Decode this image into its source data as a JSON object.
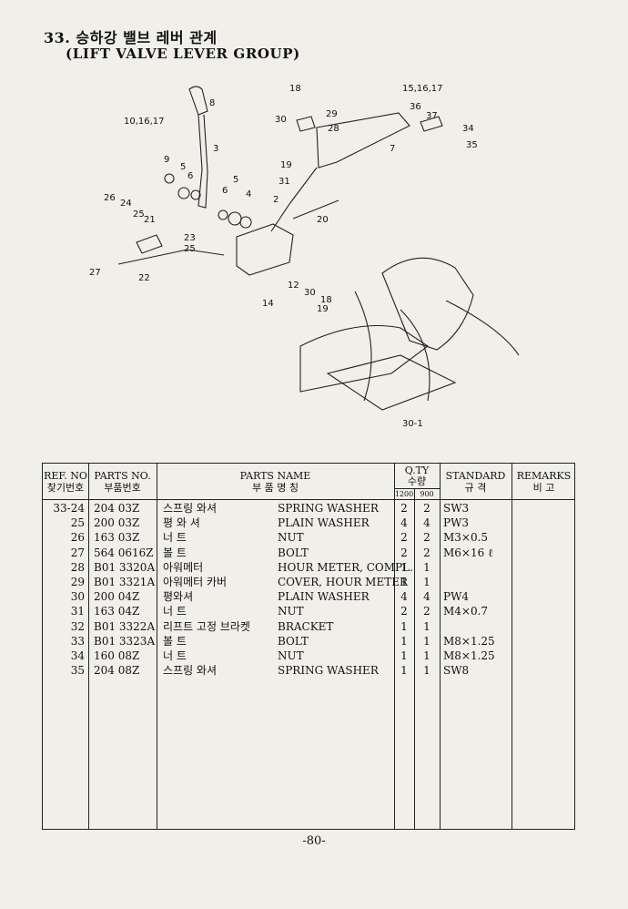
{
  "title_ko": "33. 승하강 밸브 레버 관계",
  "title_en": "(LIFT VALVE  LEVER GROUP)",
  "diagram": {
    "callouts": [
      "8",
      "10,16,17",
      "3",
      "18",
      "29",
      "30",
      "28",
      "15,16,17",
      "36",
      "37",
      "34",
      "35",
      "7",
      "9",
      "5",
      "6",
      "6",
      "5",
      "4",
      "2",
      "19",
      "31",
      "26",
      "24",
      "25",
      "21",
      "20",
      "23",
      "25",
      "27",
      "22",
      "14",
      "12",
      "30",
      "18",
      "19",
      "30-1"
    ]
  },
  "table": {
    "headers": {
      "ref_en": "REF. NO",
      "ref_ko": "찾기번호",
      "parts_no_en": "PARTS NO.",
      "parts_no_ko": "부품번호",
      "parts_name_en": "PARTS NAME",
      "parts_name_ko": "부   품   명   칭",
      "qty_en": "Q.TY",
      "qty_ko": "수량",
      "qty_1200": "1200",
      "qty_900": "900",
      "standard_en": "STANDARD",
      "standard_ko": "규   격",
      "remarks_en": "REMARKS",
      "remarks_ko": "비   고"
    },
    "rows": [
      {
        "ref": "33-24",
        "parts_no": "204 03Z",
        "name_ko": "스프링 와셔",
        "name_en": "SPRING WASHER",
        "q1200": "2",
        "q900": "2",
        "standard": "SW3"
      },
      {
        "ref": "25",
        "parts_no": "200 03Z",
        "name_ko": "평 와 셔",
        "name_en": "PLAIN WASHER",
        "q1200": "4",
        "q900": "4",
        "standard": "PW3"
      },
      {
        "ref": "26",
        "parts_no": "163 03Z",
        "name_ko": "너     트",
        "name_en": "NUT",
        "q1200": "2",
        "q900": "2",
        "standard": "M3×0.5"
      },
      {
        "ref": "27",
        "parts_no": "564 0616Z",
        "name_ko": "볼     트",
        "name_en": "BOLT",
        "q1200": "2",
        "q900": "2",
        "standard": "M6×16 ℓ"
      },
      {
        "ref": "28",
        "parts_no": "B01 3320A",
        "name_ko": "아워메터",
        "name_en": "HOUR METER, COMPL.",
        "q1200": "1",
        "q900": "1",
        "standard": ""
      },
      {
        "ref": "29",
        "parts_no": "B01 3321A",
        "name_ko": "아워메터 카버",
        "name_en": "COVER, HOUR METER",
        "q1200": "1",
        "q900": "1",
        "standard": ""
      },
      {
        "ref": "30",
        "parts_no": "200 04Z",
        "name_ko": "평와셔",
        "name_en": "PLAIN WASHER",
        "q1200": "4",
        "q900": "4",
        "standard": "PW4"
      },
      {
        "ref": "31",
        "parts_no": "163 04Z",
        "name_ko": "너     트",
        "name_en": "NUT",
        "q1200": "2",
        "q900": "2",
        "standard": "M4×0.7"
      },
      {
        "ref": "32",
        "parts_no": "B01 3322A",
        "name_ko": "리프트 고정 브라켓",
        "name_en": "BRACKET",
        "q1200": "1",
        "q900": "1",
        "standard": ""
      },
      {
        "ref": "33",
        "parts_no": "B01 3323A",
        "name_ko": "볼     트",
        "name_en": "BOLT",
        "q1200": "1",
        "q900": "1",
        "standard": "M8×1.25"
      },
      {
        "ref": "34",
        "parts_no": "160 08Z",
        "name_ko": "너     트",
        "name_en": "NUT",
        "q1200": "1",
        "q900": "1",
        "standard": "M8×1.25"
      },
      {
        "ref": "35",
        "parts_no": "204 08Z",
        "name_ko": "스프링 와셔",
        "name_en": "SPRING WASHER",
        "q1200": "1",
        "q900": "1",
        "standard": "SW8"
      }
    ]
  },
  "footer": "-80-"
}
